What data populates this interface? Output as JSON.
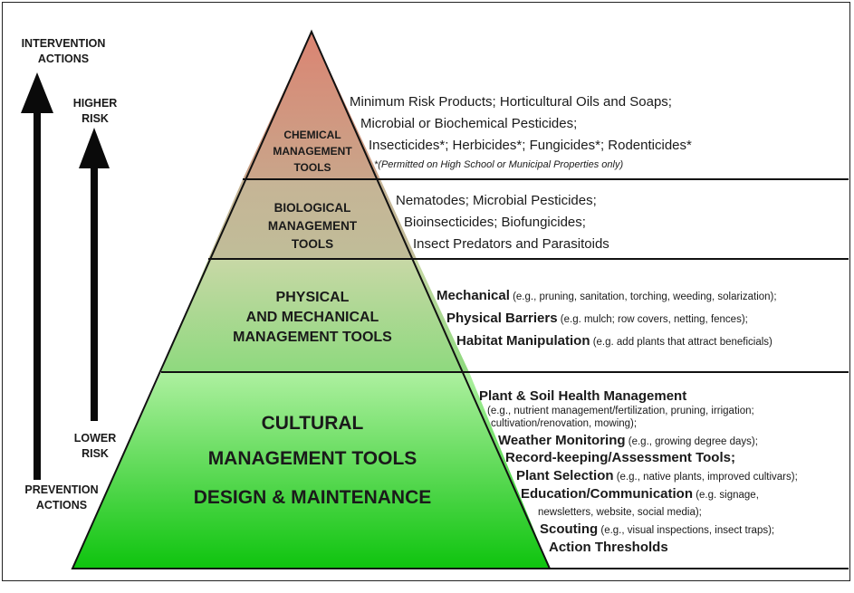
{
  "left_labels": {
    "intervention": [
      "INTERVENTION",
      "ACTIONS"
    ],
    "higher_risk": [
      "HIGHER",
      "RISK"
    ],
    "lower_risk": [
      "LOWER",
      "RISK"
    ],
    "prevention": [
      "PREVENTION",
      "ACTIONS"
    ]
  },
  "tiers": {
    "chemical": {
      "label": [
        "CHEMICAL",
        "MANAGEMENT",
        "TOOLS"
      ],
      "lines": [
        "Minimum Risk Products; Horticultural Oils and Soaps;",
        "Microbial or Biochemical Pesticides;",
        "Insecticides*; Herbicides*; Fungicides*; Rodenticides*"
      ],
      "note": "*(Permitted on High School or Municipal Properties only)"
    },
    "biological": {
      "label": [
        "BIOLOGICAL",
        "MANAGEMENT",
        "TOOLS"
      ],
      "lines": [
        "Nematodes; Microbial Pesticides;",
        "Bioinsecticides; Biofungicides;",
        "Insect Predators and Parasitoids"
      ]
    },
    "physical": {
      "label": [
        "PHYSICAL",
        "AND MECHANICAL",
        "MANAGEMENT TOOLS"
      ],
      "items": [
        {
          "bold": "Mechanical",
          "detail": " (e.g., pruning, sanitation, torching, weeding, solarization);"
        },
        {
          "bold": "Physical Barriers",
          "detail": " (e.g. mulch; row covers, netting, fences);"
        },
        {
          "bold": "Habitat Manipulation",
          "detail": " (e.g. add plants that attract beneficials)"
        }
      ]
    },
    "cultural": {
      "label": [
        "CULTURAL",
        "MANAGEMENT TOOLS",
        "DESIGN & MAINTENANCE"
      ],
      "items": {
        "plant_soil": "Plant & Soil Health Management",
        "plant_soil_detail": [
          "(e.g., nutrient management/fertilization, pruning, irrigation;",
          "cultivation/renovation, mowing);"
        ],
        "weather": "Weather Monitoring",
        "weather_detail": " (e.g., growing degree days);",
        "record": "Record-keeping/Assessment Tools;",
        "plant_sel": "Plant Selection",
        "plant_sel_detail": " (e.g., native plants, improved cultivars);",
        "education": "Education/Communication",
        "education_detail": [
          " (e.g. signage,",
          "newsletters, website, social media);"
        ],
        "scouting": "Scouting",
        "scouting_detail": " (e.g., visual inspections, insect traps);",
        "thresholds": "Action Thresholds"
      }
    }
  },
  "colors": {
    "chemical_top": "#db8472",
    "chemical_bottom": "#c9a58a",
    "biological": "#c3b897",
    "physical_top": "#c8d8a6",
    "physical_bottom": "#8ed97e",
    "cultural_top": "#aef0a0",
    "cultural_bottom": "#0ec40e"
  }
}
